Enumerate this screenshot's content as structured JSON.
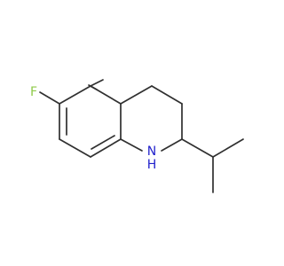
{
  "molecule": {
    "atoms": {
      "fluorine": {
        "symbol": "F",
        "color": "#8fca4a"
      },
      "nitrogen": {
        "symbol": "N",
        "hydrogen": "H",
        "color": "#2222cc"
      }
    },
    "bond_color": "#303030",
    "background": "#ffffff"
  }
}
